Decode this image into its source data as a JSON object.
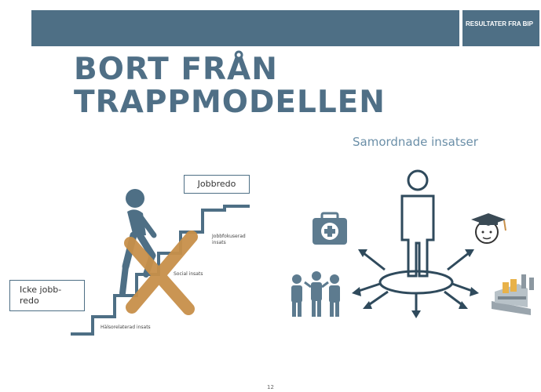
{
  "header": {
    "tag": "RESULTATER FRA BIP"
  },
  "title": {
    "line1": "BORT FRÅN",
    "line2": "TRAPPMODELLEN"
  },
  "subtitle": "Samordnade insatser",
  "stairs": {
    "top_label": "Jobbredo",
    "bottom_label": "Icke jobb-\nredo",
    "step_labels": {
      "job_focused": "Jobbfokuserad insats",
      "social": "Social insats",
      "health": "Hälsorelaterad insats"
    }
  },
  "page_number": "12",
  "colors": {
    "accent": "#4e6f85",
    "cross": "#c8904a",
    "title": "#4f6f86",
    "icon": "#5d7b8f"
  }
}
